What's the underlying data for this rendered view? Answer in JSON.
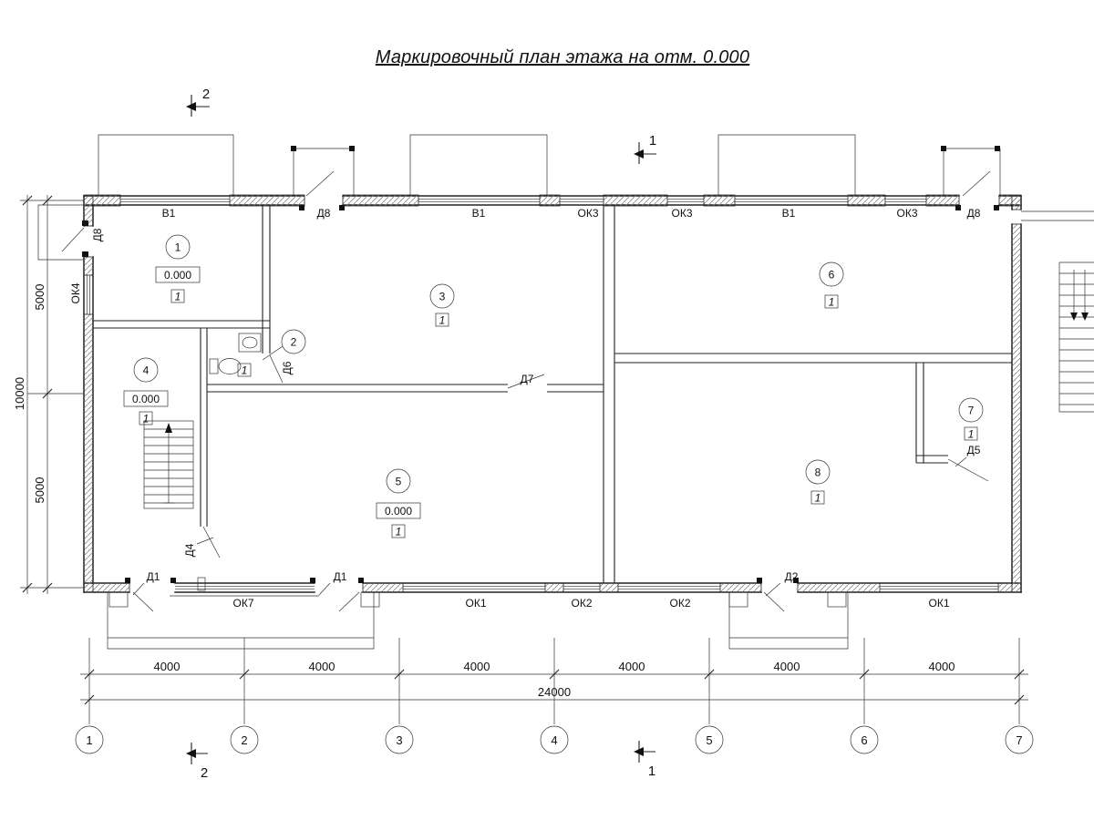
{
  "title": "Маркировочный план этажа на отм. 0.000",
  "rooms": {
    "r1": {
      "num": "1",
      "elev": "0.000",
      "fin": "1"
    },
    "r2": {
      "num": "2",
      "fin": "1"
    },
    "r3": {
      "num": "3",
      "fin": "1"
    },
    "r4": {
      "num": "4",
      "elev": "0.000",
      "fin": "1"
    },
    "r5": {
      "num": "5",
      "elev": "0.000",
      "fin": "1"
    },
    "r6": {
      "num": "6",
      "fin": "1"
    },
    "r7": {
      "num": "7",
      "fin": "1"
    },
    "r8": {
      "num": "8",
      "fin": "1"
    }
  },
  "marks": {
    "d8_left": "Д8",
    "ok4": "ОК4",
    "v1_a": "В1",
    "d8_top_a": "Д8",
    "v1_b": "В1",
    "ok3_a": "ОК3",
    "ok3_b": "ОК3",
    "v1_c": "В1",
    "ok3_c": "ОК3",
    "d8_top_b": "Д8",
    "d6": "Д6",
    "d7": "Д7",
    "d5": "Д5",
    "d4": "Д4",
    "d1_a": "Д1",
    "d1_b": "Д1",
    "d2": "Д2",
    "ok7": "ОК7",
    "ok1_a": "ОК1",
    "ok2_a": "ОК2",
    "ok2_b": "ОК2",
    "ok1_b": "ОК1"
  },
  "dims": {
    "bays": [
      "4000",
      "4000",
      "4000",
      "4000",
      "4000",
      "4000"
    ],
    "total": "24000",
    "left": [
      "5000",
      "10000",
      "5000"
    ]
  },
  "axes": [
    "1",
    "2",
    "3",
    "4",
    "5",
    "6",
    "7"
  ],
  "sections": {
    "one": "1",
    "two": "2"
  }
}
